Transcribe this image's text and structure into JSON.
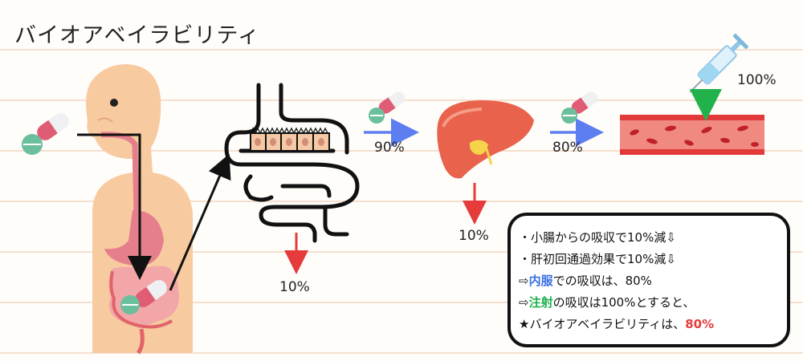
{
  "title": "バイオアベイラビリティ",
  "labels": {
    "intestine_loss": "10%",
    "after_intestine": "90%",
    "liver_loss": "10%",
    "after_liver": "80%",
    "injection": "100%"
  },
  "info": {
    "line1": "・小腸からの吸収で10%減⇩",
    "line2": "・肝初回通過効果で10%減⇩",
    "line3_prefix": "⇨",
    "line3_term": "内服",
    "line3_suffix": "での吸収は、80%",
    "line4_prefix": "⇨",
    "line4_term": "注射",
    "line4_suffix": "の吸収は100%とすると、",
    "line5_prefix": "★バイオアベイラビリティは、",
    "line5_value": "80%"
  },
  "colors": {
    "blue_arrow": "#5d7ef0",
    "red_arrow": "#e53b3b",
    "green_arrow": "#22b24c",
    "skin": "#f8caa0",
    "liver": "#e8624c",
    "vessel": "#e23a3a"
  },
  "icons": [
    "pill-capsule-icon",
    "pill-tablet-icon",
    "syringe-icon",
    "human-body-icon",
    "intestine-icon",
    "liver-icon",
    "blood-vessel-icon"
  ]
}
